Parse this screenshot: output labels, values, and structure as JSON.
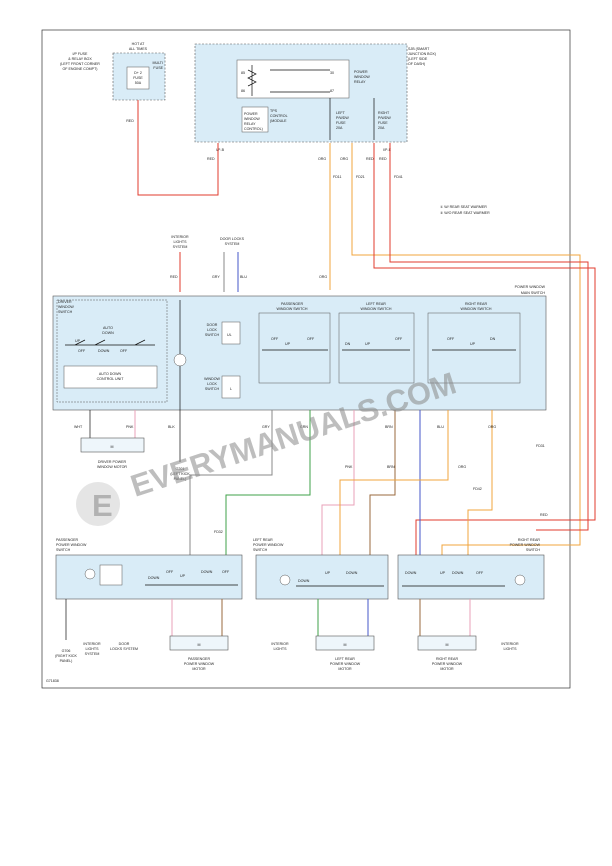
{
  "ij_box": {
    "line1": "I/P FUSE",
    "line2": "& RELAY BOX",
    "line3": "(LEFT FRONT CORNER",
    "line4": "OF ENGINE COMPT)"
  },
  "hot_label": {
    "line1": "HOT AT",
    "line2": "ALL TIMES"
  },
  "multi_fuse": {
    "line1": "MULTI",
    "line2": "FUSE",
    "fuse1": "D+ 2",
    "fuse2": "FUSE",
    "fuse3": "50A"
  },
  "sjb": {
    "line1": "SJB (SMART",
    "line2": "JUNCTION BOX)",
    "line3": "(LEFT SIDE",
    "line4": "OF DASH)"
  },
  "pw_relay": {
    "line1": "POWER",
    "line2": "WINDOW",
    "line3": "RELAY",
    "pin1": "85",
    "pin2": "30",
    "pin3": "86",
    "pin4": "87"
  },
  "tps_module": {
    "line1": "TPS",
    "line2": "CONTROL",
    "line3": "(MODULE",
    "line4": "POWER",
    "line5": "WINDOW",
    "line6": "RELAY",
    "line7": "CONTROL)"
  },
  "left_fuse": {
    "line1": "LEFT",
    "line2": "P/WDW",
    "line3": "FUSE",
    "line4": "20A"
  },
  "right_fuse": {
    "line1": "RIGHT",
    "line2": "P/WDW",
    "line3": "FUSE",
    "line4": "20A"
  },
  "wire_labels": {
    "red": "RED",
    "org": "ORG",
    "grn": "GRN",
    "blu": "BLU",
    "brn": "BRN",
    "pnk": "PNK",
    "wht": "WHT",
    "blk": "BLK",
    "gry": "GRY"
  },
  "connectors": {
    "c1": "I/P-B",
    "c2": "I/P-E",
    "c3": "FD11",
    "c4": "FD21",
    "c5": "FD41",
    "c6": "FD31",
    "c7": "FD32",
    "c8": "FD42"
  },
  "notes": {
    "n1": "① W/ REAR SEAT WARMER",
    "n2": "② W/O REAR SEAT WARMER"
  },
  "interior_lights": {
    "line1": "INTERIOR",
    "line2": "LIGHTS",
    "line3": "SYSTEM"
  },
  "door_locks": {
    "line1": "DOOR LOCKS",
    "line2": "SYSTEM"
  },
  "main_switch": {
    "line1": "POWER WINDOW",
    "line2": "MAIN SWITCH"
  },
  "driver_switch": {
    "line1": "DRIVER",
    "line2": "WINDOW",
    "line3": "SWITCH",
    "auto1": "AUTO",
    "auto2": "DOWN",
    "up": "UP",
    "off": "OFF",
    "down": "DOWN",
    "acu1": "AUTO DOWN",
    "acu2": "CONTROL UNIT"
  },
  "door_lock_switch": {
    "line1": "DOOR",
    "line2": "LOCK",
    "line3": "SWITCH",
    "ul": "UL",
    "l": "L"
  },
  "window_lock_switch": {
    "line1": "WINDOW",
    "line2": "LOCK",
    "line3": "SWITCH"
  },
  "pass_sw_main": {
    "line1": "PASSENGER",
    "line2": "WINDOW SWITCH"
  },
  "lr_sw_main": {
    "line1": "LEFT REAR",
    "line2": "WINDOW SWITCH"
  },
  "rr_sw_main": {
    "line1": "RIGHT REAR",
    "line2": "WINDOW SWITCH"
  },
  "sw_states": {
    "off": "OFF",
    "up": "UP",
    "dn": "DN"
  },
  "driver_motor": {
    "line1": "DRIVER POWER",
    "line2": "WINDOW MOTOR"
  },
  "ground_g201": {
    "line1": "G201",
    "line2": "(LEFT KICK",
    "line3": "PANEL)"
  },
  "ground_g706": {
    "line1": "G706",
    "line2": "(RIGHT KICK",
    "line3": "PANEL)"
  },
  "pass_pw_switch": {
    "line1": "PASSENGER",
    "line2": "POWER WINDOW",
    "line3": "SWITCH",
    "up": "UP",
    "down": "DOWN",
    "off": "OFF"
  },
  "lr_pw_switch": {
    "line1": "LEFT REAR",
    "line2": "POWER WINDOW",
    "line3": "SWITCH"
  },
  "rr_pw_switch": {
    "line1": "RIGHT REAR",
    "line2": "POWER WINDOW",
    "line3": "SWITCH"
  },
  "pass_motor": {
    "line1": "PASSENGER",
    "line2": "POWER WINDOW",
    "line3": "MOTOR"
  },
  "lr_motor": {
    "line1": "LEFT REAR",
    "line2": "POWER WINDOW",
    "line3": "MOTOR"
  },
  "rr_motor": {
    "line1": "RIGHT REAR",
    "line2": "POWER WINDOW",
    "line3": "MOTOR"
  },
  "interior_lights_sys": {
    "line1": "INTERIOR",
    "line2": "LIGHTS",
    "line3": "SYSTEM"
  },
  "door_locks_sys": {
    "line1": "DOOR",
    "line2": "LOCKS SYSTEM"
  },
  "watermark": "EVERYMANUALS.COM",
  "diagram_id": "G71838",
  "colors": {
    "red": "#e23b2e",
    "orange": "#f0a43c",
    "green": "#3fa24a",
    "blue": "#4657c8",
    "brown": "#9a6a3e",
    "pink": "#e8a2b8",
    "box_fill": "#d9ecf7"
  }
}
